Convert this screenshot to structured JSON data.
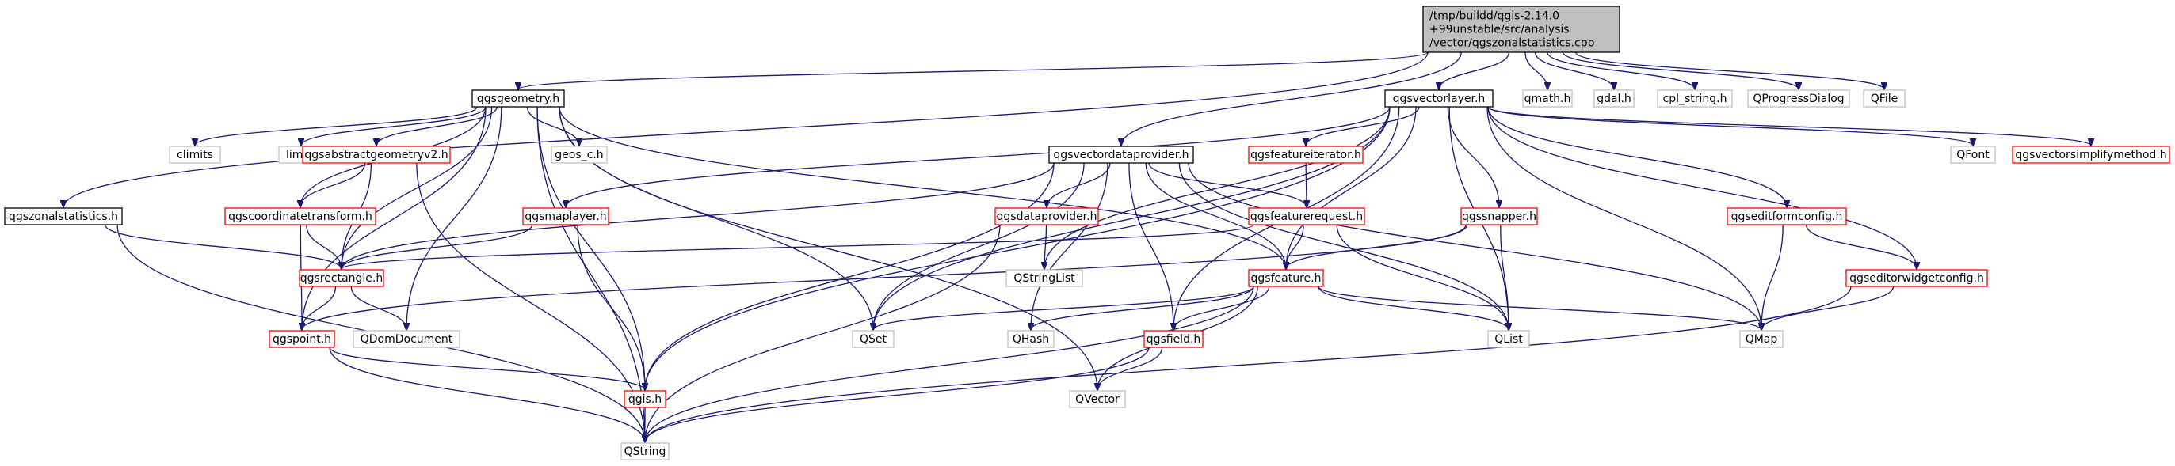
{
  "graph": {
    "colors": {
      "root_fill": "#bfbfbf",
      "root_border": "#000000",
      "documented_border": "#ff0000",
      "black_border": "#000000",
      "external_border": "#bfbfbf",
      "node_fill": "#ffffff",
      "edge": "#191970",
      "text": "#000000"
    },
    "nodes": [
      {
        "id": "root",
        "style": "root",
        "lines": [
          "/tmp/buildd/qgis-2.14.0",
          "+99unstable/src/analysis",
          "/vector/qgszonalstatistics.cpp"
        ]
      },
      {
        "id": "qgsgeometry",
        "style": "black",
        "lines": [
          "qgsgeometry.h"
        ]
      },
      {
        "id": "qgsvectorlayer",
        "style": "black",
        "lines": [
          "qgsvectorlayer.h"
        ]
      },
      {
        "id": "qmath",
        "style": "external",
        "lines": [
          "qmath.h"
        ]
      },
      {
        "id": "gdal",
        "style": "external",
        "lines": [
          "gdal.h"
        ]
      },
      {
        "id": "cpl_string",
        "style": "external",
        "lines": [
          "cpl_string.h"
        ]
      },
      {
        "id": "QProgressDialog",
        "style": "external",
        "lines": [
          "QProgressDialog"
        ]
      },
      {
        "id": "QFile",
        "style": "external",
        "lines": [
          "QFile"
        ]
      },
      {
        "id": "qgszonalstatistics",
        "style": "black",
        "lines": [
          "qgszonalstatistics.h"
        ]
      },
      {
        "id": "climits",
        "style": "external",
        "lines": [
          "climits"
        ]
      },
      {
        "id": "limits",
        "style": "external",
        "lines": [
          "limits"
        ]
      },
      {
        "id": "qgsabstractgeometryv2",
        "style": "documented",
        "lines": [
          "qgsabstractgeometryv2.h"
        ]
      },
      {
        "id": "geos_c",
        "style": "external",
        "lines": [
          "geos_c.h"
        ]
      },
      {
        "id": "qgsvectordataprovider",
        "style": "black",
        "lines": [
          "qgsvectordataprovider.h"
        ]
      },
      {
        "id": "qgsfeatureiterator",
        "style": "documented",
        "lines": [
          "qgsfeatureiterator.h"
        ]
      },
      {
        "id": "QFont",
        "style": "external",
        "lines": [
          "QFont"
        ]
      },
      {
        "id": "qgsvectorsimplifymethod",
        "style": "documented",
        "lines": [
          "qgsvectorsimplifymethod.h"
        ]
      },
      {
        "id": "qgscoordinatetransform",
        "style": "documented",
        "lines": [
          "qgscoordinatetransform.h"
        ]
      },
      {
        "id": "qgsmaplayer",
        "style": "documented",
        "lines": [
          "qgsmaplayer.h"
        ]
      },
      {
        "id": "qgsdataprovider",
        "style": "documented",
        "lines": [
          "qgsdataprovider.h"
        ]
      },
      {
        "id": "qgsfeaturerequest",
        "style": "documented",
        "lines": [
          "qgsfeaturerequest.h"
        ]
      },
      {
        "id": "qgssnapper",
        "style": "documented",
        "lines": [
          "qgssnapper.h"
        ]
      },
      {
        "id": "qgseditformconfig",
        "style": "documented",
        "lines": [
          "qgseditformconfig.h"
        ]
      },
      {
        "id": "qgsrectangle",
        "style": "documented",
        "lines": [
          "qgsrectangle.h"
        ]
      },
      {
        "id": "QStringList",
        "style": "external",
        "lines": [
          "QStringList"
        ]
      },
      {
        "id": "qgsfeature",
        "style": "documented",
        "lines": [
          "qgsfeature.h"
        ]
      },
      {
        "id": "qgseditorwidgetconfig",
        "style": "documented",
        "lines": [
          "qgseditorwidgetconfig.h"
        ]
      },
      {
        "id": "qgspoint",
        "style": "documented",
        "lines": [
          "qgspoint.h"
        ]
      },
      {
        "id": "QDomDocument",
        "style": "external",
        "lines": [
          "QDomDocument"
        ]
      },
      {
        "id": "QSet",
        "style": "external",
        "lines": [
          "QSet"
        ]
      },
      {
        "id": "QHash",
        "style": "external",
        "lines": [
          "QHash"
        ]
      },
      {
        "id": "qgsfield",
        "style": "documented",
        "lines": [
          "qgsfield.h"
        ]
      },
      {
        "id": "QList",
        "style": "external",
        "lines": [
          "QList"
        ]
      },
      {
        "id": "QMap",
        "style": "external",
        "lines": [
          "QMap"
        ]
      },
      {
        "id": "qgis",
        "style": "documented",
        "lines": [
          "qgis.h"
        ]
      },
      {
        "id": "QVector",
        "style": "external",
        "lines": [
          "QVector"
        ]
      },
      {
        "id": "QString",
        "style": "external",
        "lines": [
          "QString"
        ]
      }
    ],
    "edges": [
      [
        "root",
        "qgsgeometry"
      ],
      [
        "root",
        "qgsvectorlayer"
      ],
      [
        "root",
        "qmath"
      ],
      [
        "root",
        "gdal"
      ],
      [
        "root",
        "cpl_string"
      ],
      [
        "root",
        "QProgressDialog"
      ],
      [
        "root",
        "QFile"
      ],
      [
        "root",
        "qgszonalstatistics"
      ],
      [
        "root",
        "qgsvectordataprovider"
      ],
      [
        "qgsgeometry",
        "climits"
      ],
      [
        "qgsgeometry",
        "limits"
      ],
      [
        "qgsgeometry",
        "qgsabstractgeometryv2"
      ],
      [
        "qgsgeometry",
        "geos_c"
      ],
      [
        "qgsgeometry",
        "qgscoordinatetransform"
      ],
      [
        "qgsgeometry",
        "qgspoint"
      ],
      [
        "qgsgeometry",
        "qgsrectangle"
      ],
      [
        "qgsgeometry",
        "QDomDocument"
      ],
      [
        "qgsgeometry",
        "QSet"
      ],
      [
        "qgsgeometry",
        "qgis"
      ],
      [
        "qgsgeometry",
        "QVector"
      ],
      [
        "qgsgeometry",
        "QString"
      ],
      [
        "qgsgeometry",
        "qgsfeature"
      ],
      [
        "qgszonalstatistics",
        "qgsrectangle"
      ],
      [
        "qgszonalstatistics",
        "QString"
      ],
      [
        "qgsabstractgeometryv2",
        "qgscoordinatetransform"
      ],
      [
        "qgsabstractgeometryv2",
        "qgsrectangle"
      ],
      [
        "qgsabstractgeometryv2",
        "QString"
      ],
      [
        "qgscoordinatetransform",
        "qgsrectangle"
      ],
      [
        "qgscoordinatetransform",
        "qgspoint"
      ],
      [
        "qgsrectangle",
        "qgspoint"
      ],
      [
        "qgsrectangle",
        "QDomDocument"
      ],
      [
        "qgspoint",
        "qgis"
      ],
      [
        "qgspoint",
        "QString"
      ],
      [
        "qgsmaplayer",
        "qgsrectangle"
      ],
      [
        "qgsmaplayer",
        "qgis"
      ],
      [
        "qgis",
        "QString"
      ],
      [
        "qgsvectorlayer",
        "QSet"
      ],
      [
        "qgsvectorlayer",
        "qgsmaplayer"
      ],
      [
        "qgsvectorlayer",
        "qgsfeatureiterator"
      ],
      [
        "qgsvectorlayer",
        "QStringList"
      ],
      [
        "qgsvectorlayer",
        "qgsfeature"
      ],
      [
        "qgsvectorlayer",
        "qgssnapper"
      ],
      [
        "qgsvectorlayer",
        "qgsfield"
      ],
      [
        "qgsvectorlayer",
        "QList"
      ],
      [
        "qgsvectorlayer",
        "QMap"
      ],
      [
        "qgsvectorlayer",
        "QFont"
      ],
      [
        "qgsvectorlayer",
        "qgsvectorsimplifymethod"
      ],
      [
        "qgsvectorlayer",
        "qgseditformconfig"
      ],
      [
        "qgsvectorlayer",
        "qgseditorwidgetconfig"
      ],
      [
        "qgsvectorlayer",
        "qgis"
      ],
      [
        "qgsvectordataprovider",
        "qgsrectangle"
      ],
      [
        "qgsvectordataprovider",
        "QSet"
      ],
      [
        "qgsvectordataprovider",
        "qgis"
      ],
      [
        "qgsvectordataprovider",
        "QHash"
      ],
      [
        "qgsvectordataprovider",
        "qgsdataprovider"
      ],
      [
        "qgsvectordataprovider",
        "qgsfeaturerequest"
      ],
      [
        "qgsvectordataprovider",
        "qgsfield"
      ],
      [
        "qgsvectordataprovider",
        "qgsfeature"
      ],
      [
        "qgsvectordataprovider",
        "QList"
      ],
      [
        "qgsvectordataprovider",
        "QMap"
      ],
      [
        "qgsfeatureiterator",
        "qgsfeaturerequest"
      ],
      [
        "qgsdataprovider",
        "QStringList"
      ],
      [
        "qgsdataprovider",
        "QString"
      ],
      [
        "qgsfeaturerequest",
        "qgsrectangle"
      ],
      [
        "qgsfeaturerequest",
        "qgsfeature"
      ],
      [
        "qgsfeaturerequest",
        "QList"
      ],
      [
        "qgssnapper",
        "qgsfeature"
      ],
      [
        "qgssnapper",
        "qgspoint"
      ],
      [
        "qgssnapper",
        "QList"
      ],
      [
        "qgsfeature",
        "QSet"
      ],
      [
        "qgsfeature",
        "QHash"
      ],
      [
        "qgsfeature",
        "qgsfield"
      ],
      [
        "qgsfeature",
        "QVector"
      ],
      [
        "qgsfeature",
        "QList"
      ],
      [
        "qgsfeature",
        "QMap"
      ],
      [
        "qgsfeature",
        "QString"
      ],
      [
        "qgsfield",
        "QVector"
      ],
      [
        "qgsfield",
        "QString"
      ],
      [
        "qgseditformconfig",
        "qgseditorwidgetconfig"
      ],
      [
        "qgseditformconfig",
        "QMap"
      ],
      [
        "qgseditorwidgetconfig",
        "QMap"
      ],
      [
        "qgseditorwidgetconfig",
        "QString"
      ]
    ]
  }
}
